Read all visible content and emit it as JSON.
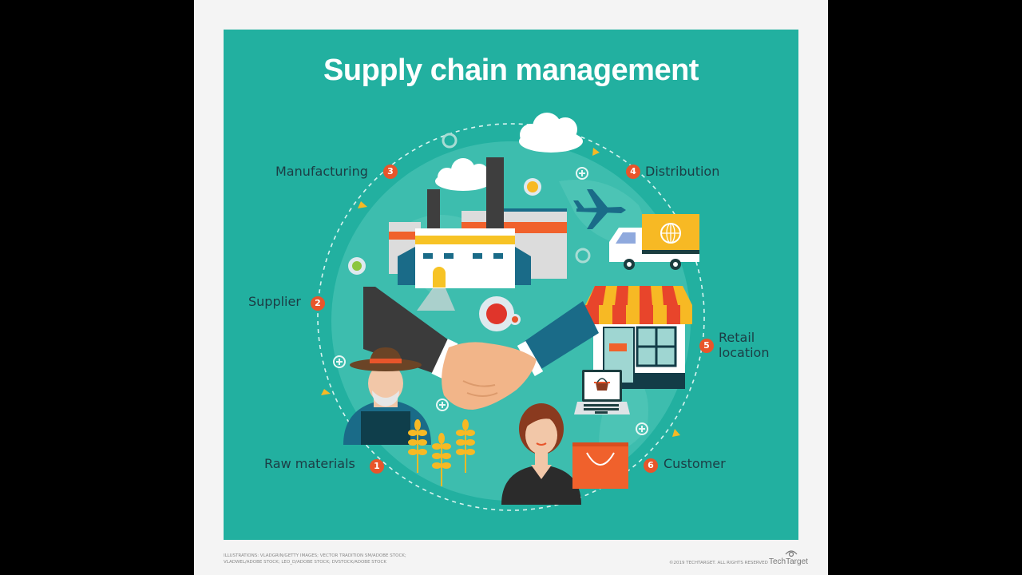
{
  "title": "Supply chain management",
  "steps": [
    {
      "number": "1",
      "label": "Raw materials"
    },
    {
      "number": "2",
      "label": "Supplier"
    },
    {
      "number": "3",
      "label": "Manufacturing"
    },
    {
      "number": "4",
      "label": "Distribution"
    },
    {
      "number": "5",
      "label": "Retail location",
      "label_line1": "Retail",
      "label_line2": "location"
    },
    {
      "number": "6",
      "label": "Customer"
    }
  ],
  "illustrations": {
    "center": "handshake",
    "manufacturing": "factory-with-smokestacks",
    "distribution": [
      "airplane",
      "delivery-truck-with-globe"
    ],
    "retail": "storefront-with-awning-open-sign",
    "customer": [
      "laptop-with-shopping-basket",
      "shopping-bag",
      "woman"
    ],
    "raw_materials": [
      "farmer",
      "wheat"
    ],
    "background": "globe"
  },
  "colors": {
    "background": "#22b0a0",
    "title": "#ffffff",
    "label_text": "#1c3d45",
    "badge": "#e8552b",
    "accent_yellow": "#f7b924",
    "accent_orange": "#f0612c"
  },
  "footer": {
    "credits_line1": "Illustrations: vladgrin/Getty Images; Vector Tradition SM/Adobe Stock;",
    "credits_line2": "VLADWEL/Adobe Stock; Leo_D/Adobe Stock; DVStock/Adobe Stock",
    "copyright": "©2019 TechTarget. All rights reserved",
    "brand": "TechTarget"
  }
}
